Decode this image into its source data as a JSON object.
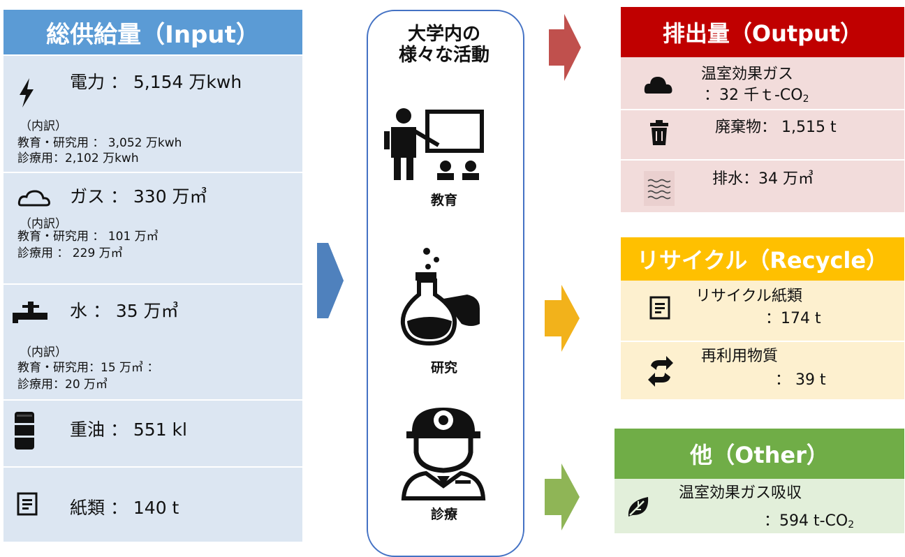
{
  "input": {
    "title": "総供給量（Input）",
    "electricity": {
      "main": "電力 ： 5,154 万kwh",
      "breakdown_label": "（内訳）",
      "line1": "教育・研究用 ： 3,052 万kwh",
      "line2": "診療用：2,102 万kwh",
      "icon": "lightning-icon"
    },
    "gas": {
      "main": "ガス ： 330 万㎥",
      "breakdown_label": "（内訳）",
      "line1": "教育・研究用 ： 101 万㎥",
      "line2": "診療用 ： 229 万㎥",
      "icon": "cloud-outline-icon"
    },
    "water": {
      "main": "水 ： 35 万㎥",
      "breakdown_label": "（内訳）",
      "line1": "教育・研究用：15 万㎥ ：",
      "line2": "診療用：20 万㎥",
      "icon": "faucet-icon"
    },
    "heavy_oil": {
      "main": "重油 ： 551 kl",
      "icon": "oil-drum-icon"
    },
    "paper": {
      "main": "紙類 ： 140 t",
      "icon": "document-icon"
    }
  },
  "activities": {
    "title_line1": "大学内の",
    "title_line2": "様々な活動",
    "education": "教育",
    "research": "研究",
    "medical": "診療"
  },
  "output": {
    "title": "排出量（Output）",
    "ghg_label": "温室効果ガス",
    "ghg_value": "：32 千ｔ-CO",
    "ghg_sub": "2",
    "waste": "廃棄物： 1,515 t",
    "drainage": "排水：34 万㎥"
  },
  "recycle": {
    "title": "リサイクル（Recycle）",
    "paper_label": "リサイクル紙類",
    "paper_value": "：174 t",
    "reuse_label": "再利用物質",
    "reuse_value": "： 39 t"
  },
  "other": {
    "title": "他（Other）",
    "absorb_label": "温室効果ガス吸収",
    "absorb_value": "：594 t-CO",
    "absorb_sub": "2"
  },
  "colors": {
    "input_header": "#5b9bd5",
    "input_body": "#dce6f2",
    "output_header": "#c00000",
    "output_body": "#f2dcdb",
    "recycle_header": "#ffc000",
    "recycle_body": "#fdf0cf",
    "other_header": "#70ad47",
    "other_body": "#e2efda",
    "arrow_blue": "#4f81bd",
    "arrow_red": "#c0504d",
    "arrow_yellow": "#f2b21b",
    "arrow_green": "#8fb556"
  }
}
